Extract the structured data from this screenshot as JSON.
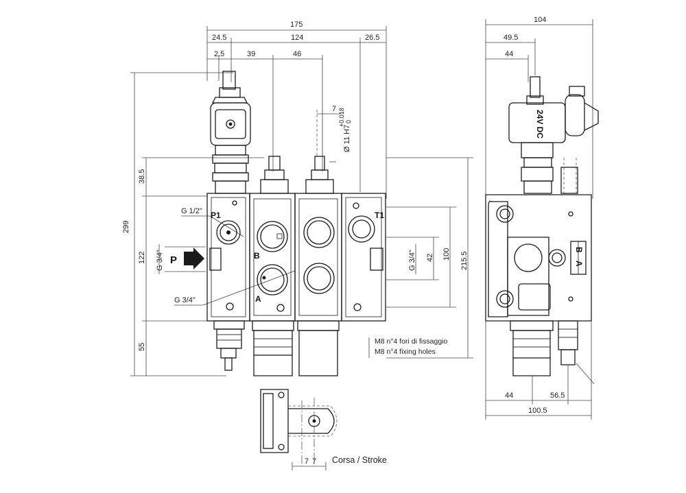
{
  "front_view": {
    "dims": {
      "overall_width": "175",
      "left_offset": "24.5",
      "body_width": "124",
      "right_offset": "26.5",
      "small_offset": "2.5",
      "section_1": "39",
      "section_2": "46",
      "slot_width": "7",
      "slot_height": "38.5",
      "total_height": "299",
      "port_height": "122",
      "bottom_height": "55",
      "right_port_span": "42",
      "right_body_span": "100",
      "right_total": "215.5"
    },
    "tolerance": "Ø 11 H7",
    "tolerance_values": [
      "+0.018",
      "0"
    ],
    "ports": {
      "P1": "P1",
      "T1": "T1",
      "A": "A",
      "B": "B",
      "P": "P"
    },
    "thread_labels": {
      "g_half": "G 1/2\"",
      "g_three_quarter_left": "G 3/4\"",
      "g_three_quarter_right": "G 3/4\"",
      "g_three_quarter_bottom": "G 3/4\""
    },
    "notes": {
      "fixing_it": "M8 n°4 fori di fissaggio",
      "fixing_en": "M8 n°4 fixing holes"
    }
  },
  "side_view": {
    "dims": {
      "overall_width": "104",
      "upper_offset": "49.5",
      "coil_offset": "44",
      "lower_left": "44",
      "lower_right": "56.5",
      "lower_total": "100.5"
    },
    "coil_label": "24V DC",
    "port_labels": {
      "B": "B",
      "A": "A"
    }
  },
  "detail": {
    "dim_a": "7",
    "dim_b": "7",
    "stroke_label": "Corsa / Stroke"
  }
}
